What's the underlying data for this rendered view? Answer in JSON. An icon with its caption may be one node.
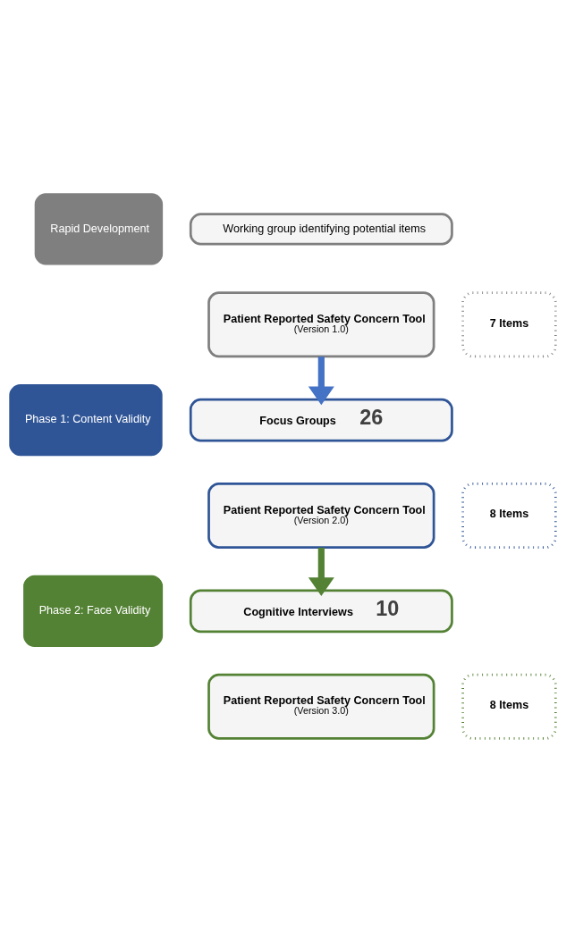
{
  "diagram": {
    "nodes": [
      {
        "text": [
          "Rapid Development"
        ]
      },
      {
        "text": [
          "Working group identifying potential items"
        ]
      },
      {
        "text": [
          "Patient Reported Safety Concern Tool",
          "(Version 1.0)"
        ]
      },
      {
        "text": [
          "7 Items"
        ]
      },
      {
        "text": [
          "Phase 1: Content Validity"
        ]
      },
      {
        "text": [
          "Focus Groups",
          "26"
        ]
      },
      {
        "text": [
          "Patient Reported Safety Concern Tool",
          "(Version 2.0)"
        ]
      },
      {
        "text": [
          "8 Items"
        ]
      },
      {
        "text": [
          "Phase 2: Face Validity"
        ]
      },
      {
        "text": [
          "Cognitive Interviews",
          "10"
        ]
      },
      {
        "text": [
          "Patient Reported Safety Concern Tool",
          "(Version 3.0)"
        ]
      },
      {
        "text": [
          "8 Items"
        ]
      }
    ],
    "edges": [
      {
        "from": 2,
        "to": 5,
        "arrow": "to",
        "color": "#4472c4"
      },
      {
        "from": 6,
        "to": 9,
        "arrow": "to",
        "color": "#548235"
      }
    ]
  }
}
